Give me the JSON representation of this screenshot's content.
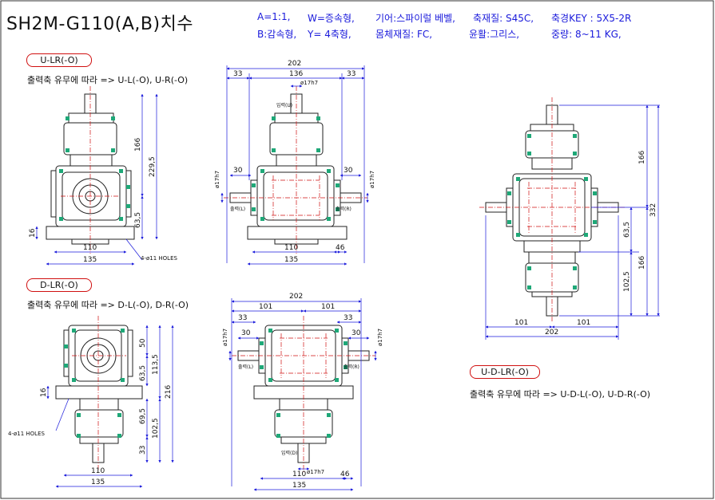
{
  "title": "SH2M-G110(A,B)치수",
  "spec_lines": [
    [
      "A=1:1,",
      "W=증속형,",
      "기어:스파이럴 베벨,",
      "축재질: S45C,",
      "축경KEY : 5X5-2R"
    ],
    [
      "B:감속형,",
      "Y= 4축형,",
      "몸체재질: FC,",
      "윤활:그리스,",
      "중량: 8~11 KG,"
    ]
  ],
  "views": [
    {
      "tag": "U-LR(-O)",
      "note": "출력축 유무에 따라 => U-L(-O),  U-R(-O)"
    },
    {
      "tag": "D-LR(-O)",
      "note": "출력축 유무에 따라 => D-L(-O),  D-R(-O)"
    },
    {
      "tag": "U-D-LR(-O)",
      "note": "출력축 유무에 따라 => U-D-L(-O),  U-D-R(-O)"
    }
  ],
  "labels": {
    "input": "입력(U)",
    "input_d": "입력(D)",
    "output_l": "출력(L)",
    "output_r": "출력(R)",
    "holes": "4-ø11 HOLES",
    "shaft": "ø17h7"
  },
  "dims": {
    "d202": "202",
    "d136": "136",
    "d101": "101",
    "d33": "33",
    "d30": "30",
    "d110": "110",
    "d135": "135",
    "d46": "46",
    "d16": "16",
    "d166": "166",
    "d229_5": "229,5",
    "d63_5": "63,5",
    "d50": "50",
    "d113_5": "113,5",
    "d216": "216",
    "d69_5": "69,5",
    "d102_5": "102,5",
    "d332": "332"
  },
  "colors": {
    "outline": "#222222",
    "dim": "#1a1adb",
    "center": "#d01010",
    "bolt": "#1fa878",
    "tag_border": "#d01010"
  }
}
